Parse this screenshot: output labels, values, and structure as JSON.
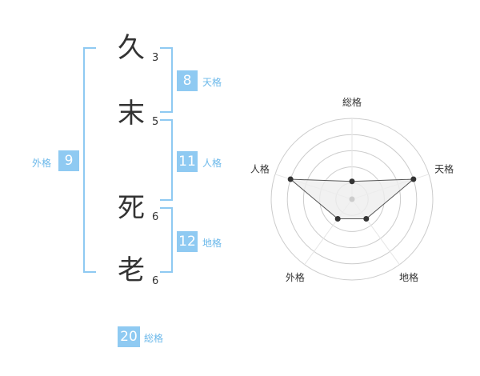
{
  "name": {
    "chars": [
      {
        "char": "久",
        "strokes": "3"
      },
      {
        "char": "末",
        "strokes": "5"
      },
      {
        "char": "死",
        "strokes": "6"
      },
      {
        "char": "老",
        "strokes": "6"
      }
    ]
  },
  "fortune": {
    "ten": {
      "value": "8",
      "label": "天格"
    },
    "jin": {
      "value": "11",
      "label": "人格"
    },
    "chi": {
      "value": "12",
      "label": "地格"
    },
    "gai": {
      "value": "9",
      "label": "外格"
    },
    "total": {
      "value": "20",
      "label": "総格"
    }
  },
  "colors": {
    "accent": "#8fcaf2",
    "accent_text": "#6bb8ea",
    "text": "#333333"
  },
  "chart_data": {
    "type": "radar",
    "axes": [
      "総格",
      "天格",
      "地格",
      "外格",
      "人格"
    ],
    "values": [
      1.1,
      4,
      1.5,
      1.5,
      4
    ],
    "rmax": 5,
    "grid_rings": 5
  }
}
